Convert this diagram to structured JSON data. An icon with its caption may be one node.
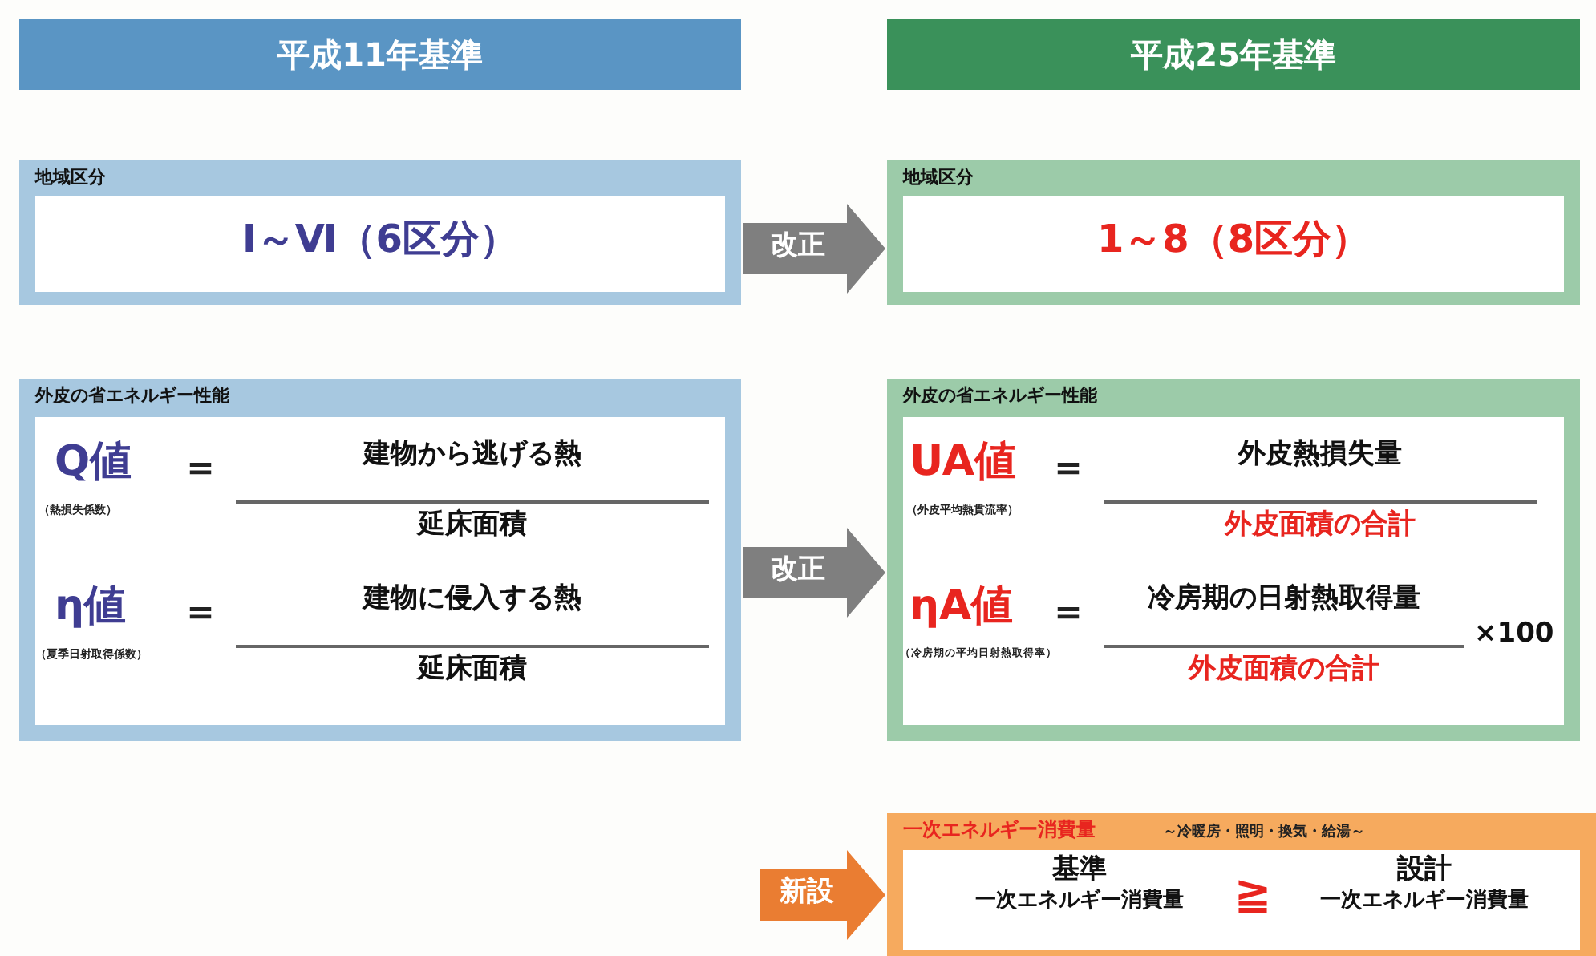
{
  "diagram": {
    "nodes": [
      {
        "text": [
          "平成11年基準"
        ]
      },
      {
        "text": [
          "平成25年基準"
        ]
      },
      {
        "text": [
          "地域区分",
          "Ⅰ～Ⅵ（6区分）"
        ]
      },
      {
        "text": [
          "地域区分",
          "1～8（8区分）"
        ]
      },
      {
        "text": [
          "外皮の省エネルギー性能",
          "Q値",
          "（熱損失係数）",
          "＝",
          "建物から逃げる熱",
          "延床面積",
          "η値",
          "（夏季日射取得係数）",
          "＝",
          "建物に侵入する熱",
          "延床面積"
        ]
      },
      {
        "text": [
          "外皮の省エネルギー性能",
          "UA値",
          "（外皮平均熱貫流率）",
          "＝",
          "外皮熱損失量",
          "外皮面積の合計",
          "ηA値",
          "（冷房期の平均日射熱取得率）",
          "＝",
          "冷房期の日射熱取得量",
          "外皮面積の合計",
          "×100"
        ]
      },
      {
        "text": [
          "一次エネルギー消費量",
          "～冷暖房・照明・換気・給湯～",
          "基準",
          "一次エネルギー消費量",
          "≧",
          "設計",
          "一次エネルギー消費量"
        ]
      }
    ],
    "edges": [
      {
        "from": 2,
        "to": 3,
        "arrow": "to",
        "label": "改正"
      },
      {
        "from": 4,
        "to": 5,
        "arrow": "to",
        "label": "改正"
      },
      {
        "from": null,
        "to": 6,
        "arrow": "to",
        "label": "新設",
        "color": "#ea7d32"
      }
    ]
  }
}
